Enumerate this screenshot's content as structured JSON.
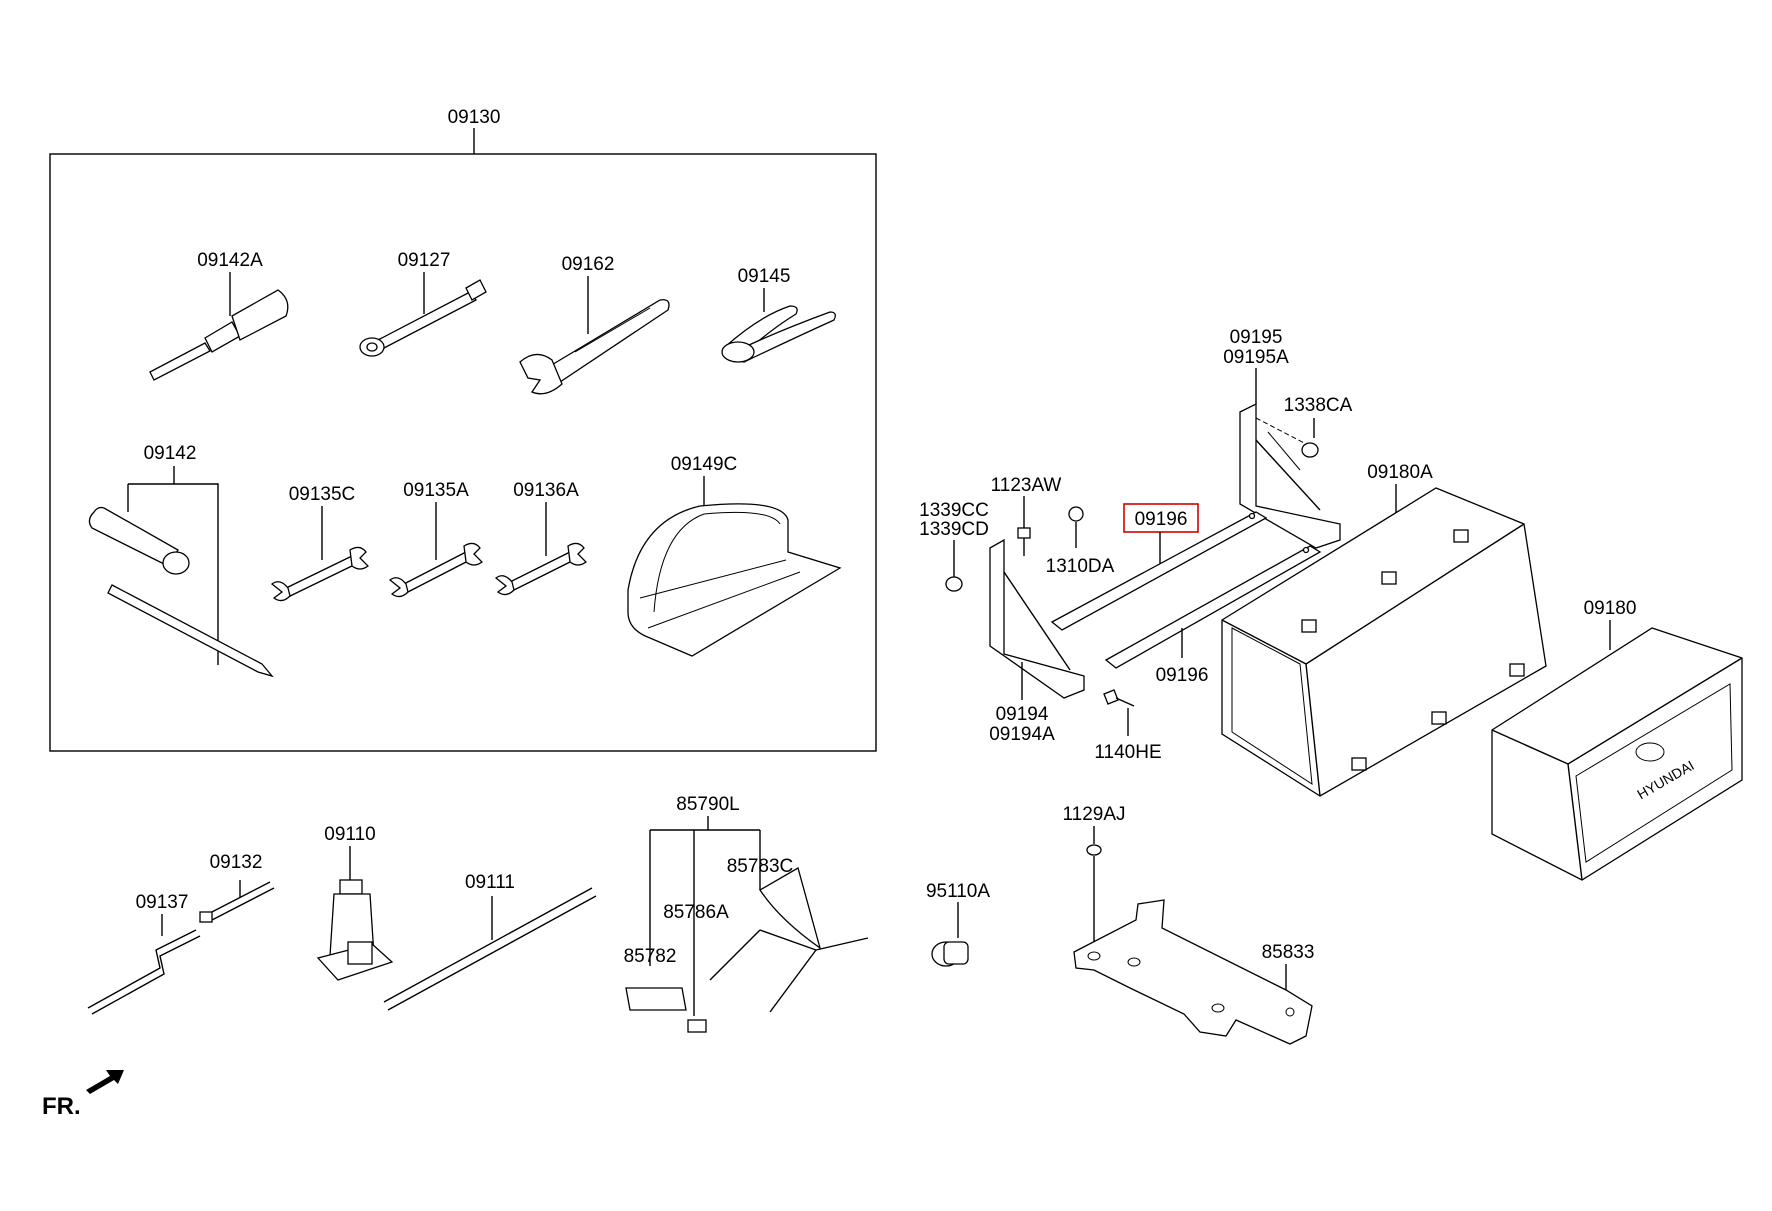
{
  "colors": {
    "line": "#000000",
    "highlight": "#d60000",
    "background": "#ffffff"
  },
  "direction_label": "FR.",
  "logo_text": "HYUNDAI",
  "labels": {
    "l09130": "09130",
    "l09142A": "09142A",
    "l09127": "09127",
    "l09162": "09162",
    "l09145": "09145",
    "l09142": "09142",
    "l09135C": "09135C",
    "l09135A": "09135A",
    "l09136A": "09136A",
    "l09149C": "09149C",
    "l09195": "09195",
    "l09195A": "09195A",
    "l1338CA": "1338CA",
    "l1123AW": "1123AW",
    "l1339CC": "1339CC",
    "l1339CD": "1339CD",
    "l09196a": "09196",
    "l1310DA": "1310DA",
    "l09180A": "09180A",
    "l09196b": "09196",
    "l09194": "09194",
    "l09194A": "09194A",
    "l1140HE": "1140HE",
    "l09180": "09180",
    "l09132": "09132",
    "l09110": "09110",
    "l09111": "09111",
    "l09137": "09137",
    "l85790L": "85790L",
    "l85783C": "85783C",
    "l85786A": "85786A",
    "l85782": "85782",
    "l95110A": "95110A",
    "l1129AJ": "1129AJ",
    "l85833": "85833"
  },
  "highlighted_part": "09196"
}
